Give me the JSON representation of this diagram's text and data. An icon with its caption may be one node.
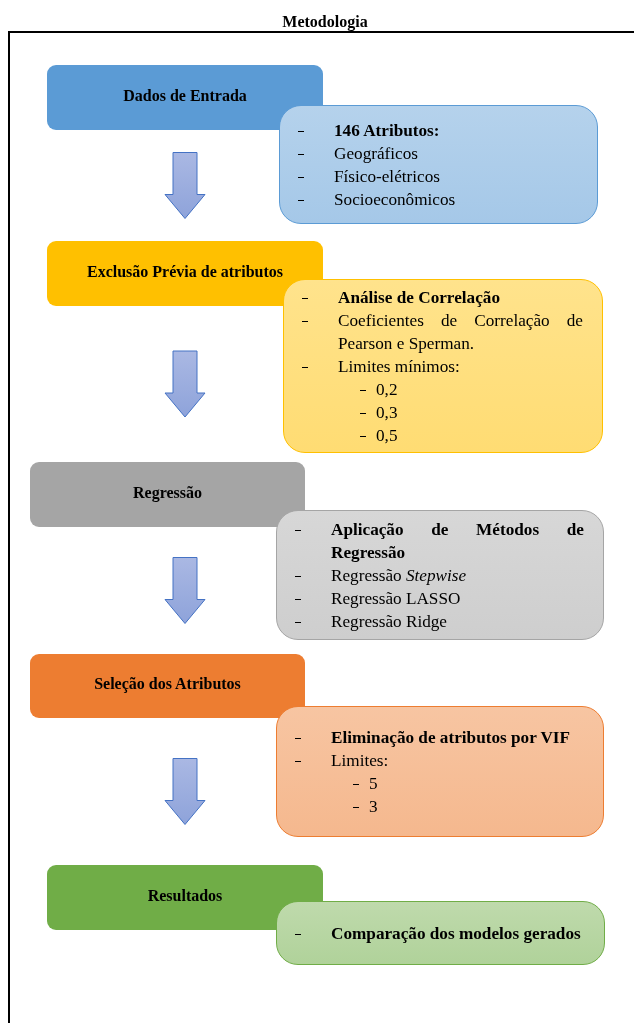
{
  "diagram": {
    "title": "Metodologia",
    "nodes": [
      {
        "text": [
          "Dados de Entrada"
        ]
      },
      {
        "text": [
          "146 Atributos:",
          "Geográficos",
          "Físico-elétricos",
          "Socioeconômicos"
        ]
      },
      {
        "text": [
          "Exclusão Prévia de atributos"
        ]
      },
      {
        "text": [
          "Análise de Correlação",
          "Coeficientes de Correlação de Pearson e Sperman.",
          "Limites mínimos:",
          "0,2",
          "0,3",
          "0,5"
        ]
      },
      {
        "text": [
          "Regressão"
        ]
      },
      {
        "text": [
          "Aplicação de Métodos de Regressão",
          "Regressão *Stepwise*",
          "Regressão LASSO",
          "Regressão Ridge"
        ]
      },
      {
        "text": [
          "Seleção dos Atributos"
        ]
      },
      {
        "text": [
          "Eliminação de atributos por VIF",
          "Limites:",
          "5",
          "3"
        ]
      },
      {
        "text": [
          "Resultados"
        ]
      },
      {
        "text": [
          "Comparação dos modelos gerados"
        ]
      }
    ],
    "edges": [
      {
        "from": 0,
        "to": 2,
        "arrow": "to"
      },
      {
        "from": 2,
        "to": 4,
        "arrow": "to"
      },
      {
        "from": 4,
        "to": 6,
        "arrow": "to"
      },
      {
        "from": 6,
        "to": 8,
        "arrow": "to"
      }
    ]
  }
}
